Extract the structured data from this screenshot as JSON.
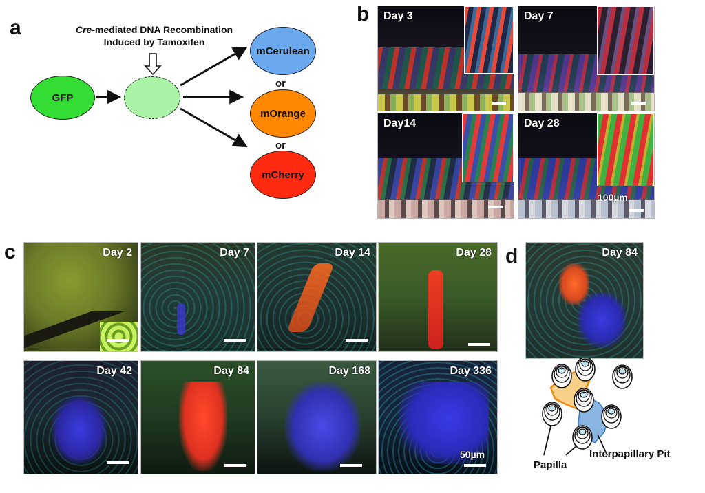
{
  "panel_a": {
    "letter": "a",
    "caption_italic": "Cre",
    "caption_line1": "-mediated DNA Recombination",
    "caption_line2": "Induced by Tamoxifen",
    "gfp_label": "GFP",
    "outcome_1": "mCerulean",
    "outcome_2": "mOrange",
    "outcome_3": "mCherry",
    "or_text": "or",
    "colors": {
      "gfp": "#33dd33",
      "intermediate": "#aaf2a6",
      "mcerulean": "#6aa9ee",
      "morange": "#ff8800",
      "mcherry": "#ff2a10"
    }
  },
  "panel_b": {
    "letter": "b",
    "tiles": [
      {
        "label": "Day 3"
      },
      {
        "label": "Day 7"
      },
      {
        "label": "Day14"
      },
      {
        "label": "Day 28",
        "scale": "100µm"
      }
    ]
  },
  "panel_c": {
    "letter": "c",
    "tiles": [
      {
        "label": "Day 2"
      },
      {
        "label": "Day 7"
      },
      {
        "label": "Day 14"
      },
      {
        "label": "Day 28"
      },
      {
        "label": "Day 42"
      },
      {
        "label": "Day 84"
      },
      {
        "label": "Day 168"
      },
      {
        "label": "Day 336",
        "scale": "50µm"
      }
    ]
  },
  "panel_d": {
    "letter": "d",
    "tile_label": "Day 84",
    "papilla_label": "Papilla",
    "pit_label": "Interpapillary Pit"
  }
}
